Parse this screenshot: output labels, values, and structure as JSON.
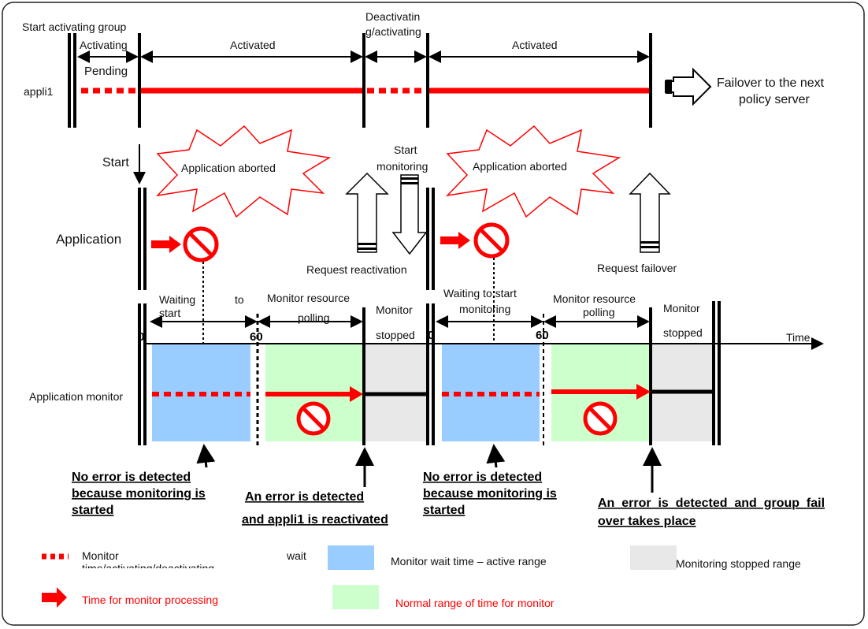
{
  "colors": {
    "red": "#ff0000",
    "wait_blue": "#99ccff",
    "normal_green": "#ccffcc",
    "stopped_grey": "#e8e8e8"
  },
  "top": {
    "start_group": "Start activating group",
    "activating": "Activating",
    "pending": "Pending",
    "activated_1": "Activated",
    "deact_1": "Deactivatin",
    "deact_2": "g/activating",
    "activated_2": "Activated",
    "appli": "appli1",
    "failover_1": "Failover to the next",
    "failover_2": "policy server"
  },
  "middle": {
    "start": "Start",
    "application": "Application",
    "aborted_1": "Application aborted",
    "aborted_2": "Application aborted",
    "start_monitoring_1": "Start",
    "start_monitoring_2": "monitoring",
    "request_reactivation": "Request reactivation",
    "request_failover": "Request failover"
  },
  "monitor": {
    "label": "Application monitor",
    "wait1_a": "Waiting",
    "wait1_b": "to",
    "wait1_c": "start",
    "poll1_a": "Monitor resource",
    "poll1_b": "polling",
    "stopped1_a": "Monitor",
    "stopped1_b": "stopped",
    "wait2_a": "Waiting to start",
    "wait2_b": "monitoring",
    "poll2_a": "Monitor resource",
    "poll2_b": "polling",
    "stopped2_a": "Monitor",
    "stopped2_b": "stopped",
    "tick0_1": "0",
    "tick60_1": "60",
    "tick0_2": "0",
    "tick60_2": "60",
    "time": "Time"
  },
  "notes": {
    "n1_a": "No error is detected",
    "n1_b": "because monitoring is",
    "n1_c": "started",
    "n2_a": "An error is detected",
    "n2_b": "and appli1 is reactivated",
    "n3_a": "No error is detected",
    "n3_b": "because monitoring is",
    "n3_c": "started",
    "n4_a": "An  error  is  detected  and  group  fail",
    "n4_b": "over takes place"
  },
  "legend": {
    "monitor_a": "Monitor",
    "monitor_b": "time/activating/deactivating",
    "wait": "wait",
    "wait_active": "Monitor wait time – active range",
    "stopped_range": "Monitoring stopped range",
    "processing": "Time for monitor processing",
    "normal": "Normal range of time for monitor"
  }
}
